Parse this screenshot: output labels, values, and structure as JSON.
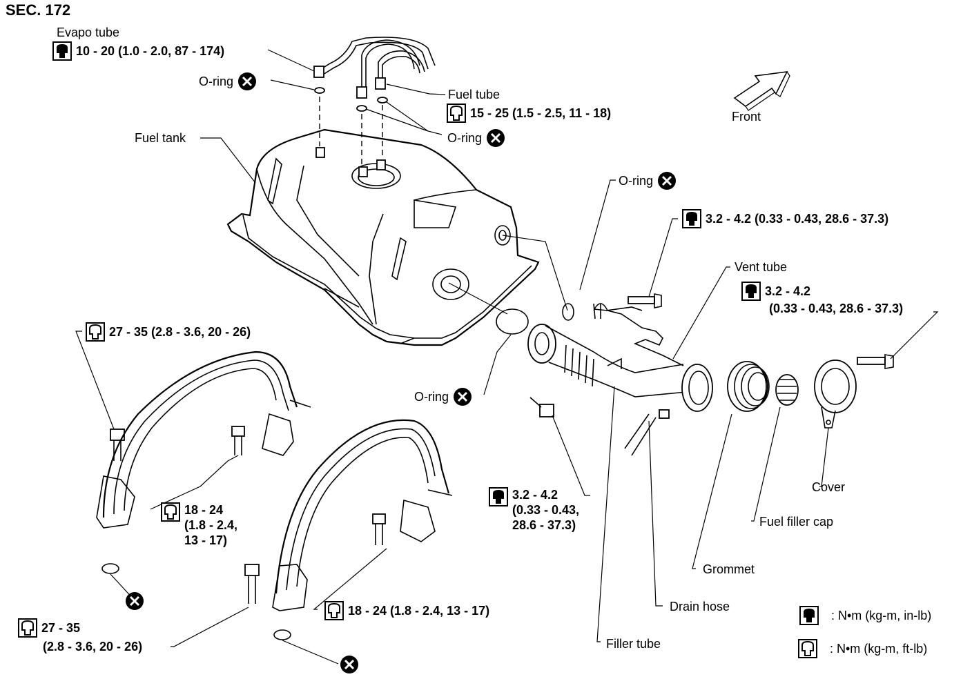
{
  "header": {
    "section": "SEC. 172"
  },
  "front": {
    "label": "Front"
  },
  "labels": {
    "evapo_tube": "Evapo tube",
    "evapo_torque": "10 - 20 (1.0 - 2.0, 87 - 174)",
    "oring_top": "O-ring",
    "fuel_tube": "Fuel tube",
    "fuel_tube_torque": "15 - 25 (1.5 - 2.5, 11 - 18)",
    "oring_fuel": "O-ring",
    "fuel_tank": "Fuel tank",
    "oring_right": "O-ring",
    "bolt_torque_right": "3.2 - 4.2 (0.33 - 0.43, 28.6 - 37.3)",
    "vent_tube": "Vent tube",
    "vent_torque_1": "3.2 - 4.2",
    "vent_torque_2": "(0.33 - 0.43, 28.6 - 37.3)",
    "strap_torque_top": "27 - 35 (2.8 - 3.6, 20 - 26)",
    "oring_mid": "O-ring",
    "bracket_torque_1a": "18 - 24",
    "bracket_torque_1b": "(1.8 - 2.4,",
    "bracket_torque_1c": "13 - 17)",
    "filler_bolt_1": "3.2 - 4.2",
    "filler_bolt_2": "(0.33 - 0.43,",
    "filler_bolt_3": "28.6 - 37.3)",
    "cover": "Cover",
    "fuel_filler_cap": "Fuel filler cap",
    "grommet": "Grommet",
    "drain_hose": "Drain hose",
    "filler_tube": "Filler tube",
    "bracket_torque_2": "18 - 24 (1.8 - 2.4, 13 - 17)",
    "strap_torque_bottom_1": "27 - 35",
    "strap_torque_bottom_2": "(2.8 - 3.6, 20 - 26)"
  },
  "legend": [
    {
      "icon": "torque-solid-icon",
      "text": ": N•m (kg-m, in-lb)"
    },
    {
      "icon": "torque-outline-icon",
      "text": ": N•m (kg-m, ft-lb)"
    }
  ]
}
